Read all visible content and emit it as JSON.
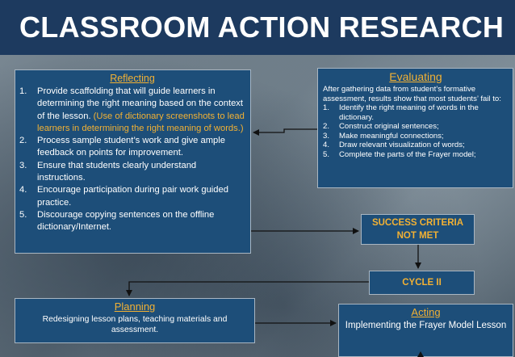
{
  "title": "CLASSROOM ACTION RESEARCH",
  "reflecting": {
    "heading": "Reflecting",
    "items": [
      {
        "num": "1.",
        "text": "Provide scaffolding that will guide learners in determining the right meaning based on the context of the lesson. ",
        "highlight": "(Use of dictionary screenshots to lead learners in determining the right meaning of words.)"
      },
      {
        "num": "2.",
        "text": "Process sample student’s work and give ample feedback on points for improvement.",
        "highlight": ""
      },
      {
        "num": "3.",
        "text": "Ensure that students clearly understand instructions.",
        "highlight": ""
      },
      {
        "num": "4.",
        "text": "Encourage participation  during pair work guided practice.",
        "highlight": ""
      },
      {
        "num": "5.",
        "text": "Discourage copying sentences on the offline dictionary/Internet.",
        "highlight": ""
      }
    ]
  },
  "evaluating": {
    "heading": "Evaluating",
    "intro": "After gathering data from student’s formative assessment, results show that most students’ fail to:",
    "items": [
      {
        "num": "1.",
        "text": "Identify the right meaning of words in the dictionary."
      },
      {
        "num": "2.",
        "text": "Construct original sentences;"
      },
      {
        "num": "3.",
        "text": "Make meaningful connections;"
      },
      {
        "num": "4.",
        "text": "Draw relevant visualization of words;"
      },
      {
        "num": "5.",
        "text": "Complete the parts of the Frayer model;"
      }
    ]
  },
  "success": {
    "line1": "SUCCESS CRITERIA",
    "line2": "NOT MET"
  },
  "cycle": "CYCLE II",
  "planning": {
    "heading": "Planning",
    "description": "Redesigning lesson plans, teaching materials and assessment."
  },
  "acting": {
    "heading": "Acting",
    "description": "Implementing the Frayer Model Lesson"
  },
  "colors": {
    "title_bar": "#1d3a5f",
    "box_fill": "#1d4e79",
    "heading_accent": "#f2b134",
    "arrow": "#111111"
  }
}
